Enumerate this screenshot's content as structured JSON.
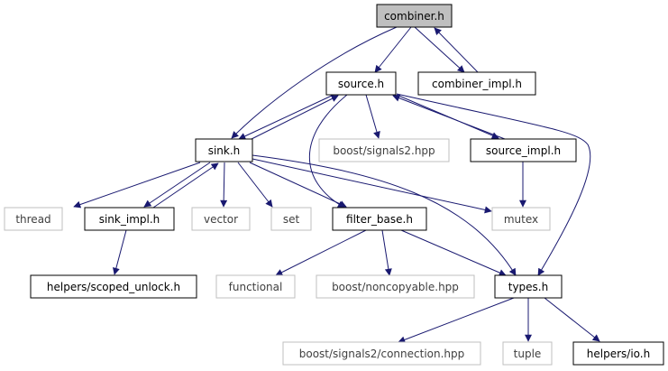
{
  "diagram": {
    "nodes": {
      "combiner_h": "combiner.h",
      "source_h": "source.h",
      "combiner_impl_h": "combiner_impl.h",
      "sink_h": "sink.h",
      "boost_signals2_hpp": "boost/signals2.hpp",
      "source_impl_h": "source_impl.h",
      "thread": "thread",
      "sink_impl_h": "sink_impl.h",
      "vector": "vector",
      "set": "set",
      "filter_base_h": "filter_base.h",
      "mutex": "mutex",
      "scoped_unlock_h": "helpers/scoped_unlock.h",
      "functional": "functional",
      "noncopyable_hpp": "boost/noncopyable.hpp",
      "types_h": "types.h",
      "connection_hpp": "boost/signals2/connection.hpp",
      "tuple": "tuple",
      "io_h": "helpers/io.h"
    },
    "colors": {
      "edge": "#191970",
      "node_border": "#000000",
      "external_border": "#bfbfbf",
      "external_text": "#404040",
      "highlight_fill": "#bfbfbf",
      "node_fill": "#ffffff"
    }
  }
}
